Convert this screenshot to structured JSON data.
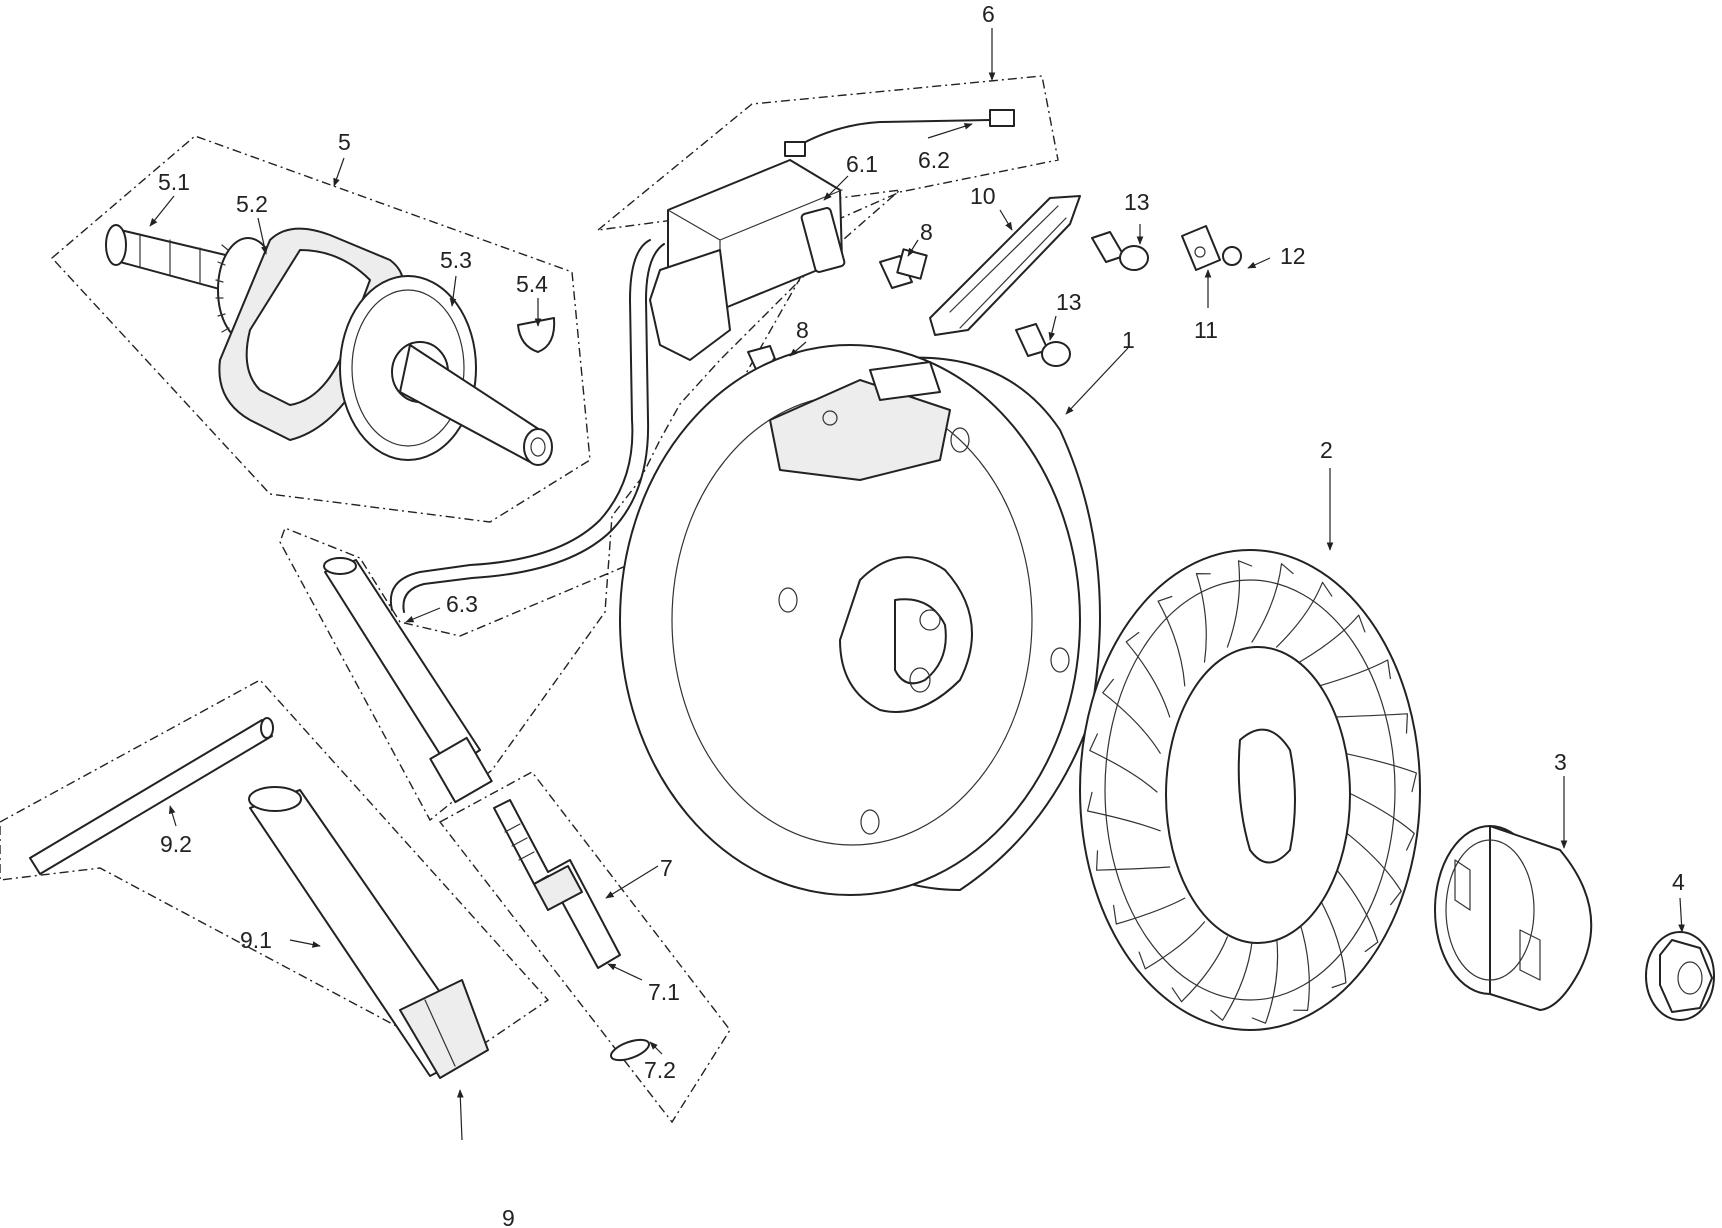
{
  "colors": {
    "line": "#222222",
    "background": "#ffffff",
    "shade": "#ededed"
  },
  "callouts": [
    {
      "id": "c1",
      "label": "1"
    },
    {
      "id": "c2",
      "label": "2"
    },
    {
      "id": "c3",
      "label": "3"
    },
    {
      "id": "c4",
      "label": "4"
    },
    {
      "id": "c5",
      "label": "5"
    },
    {
      "id": "c5_1",
      "label": "5.1"
    },
    {
      "id": "c5_2",
      "label": "5.2"
    },
    {
      "id": "c5_3",
      "label": "5.3"
    },
    {
      "id": "c5_4",
      "label": "5.4"
    },
    {
      "id": "c6",
      "label": "6"
    },
    {
      "id": "c6_1",
      "label": "6.1"
    },
    {
      "id": "c6_2",
      "label": "6.2"
    },
    {
      "id": "c6_3",
      "label": "6.3"
    },
    {
      "id": "c7",
      "label": "7"
    },
    {
      "id": "c7_1",
      "label": "7.1"
    },
    {
      "id": "c7_2",
      "label": "7.2"
    },
    {
      "id": "c8a",
      "label": "8"
    },
    {
      "id": "c8b",
      "label": "8"
    },
    {
      "id": "c9",
      "label": "9"
    },
    {
      "id": "c9_1",
      "label": "9.1"
    },
    {
      "id": "c9_2",
      "label": "9.2"
    },
    {
      "id": "c10",
      "label": "10"
    },
    {
      "id": "c11",
      "label": "11"
    },
    {
      "id": "c12",
      "label": "12"
    },
    {
      "id": "c13a",
      "label": "13"
    },
    {
      "id": "c13b",
      "label": "13"
    }
  ]
}
